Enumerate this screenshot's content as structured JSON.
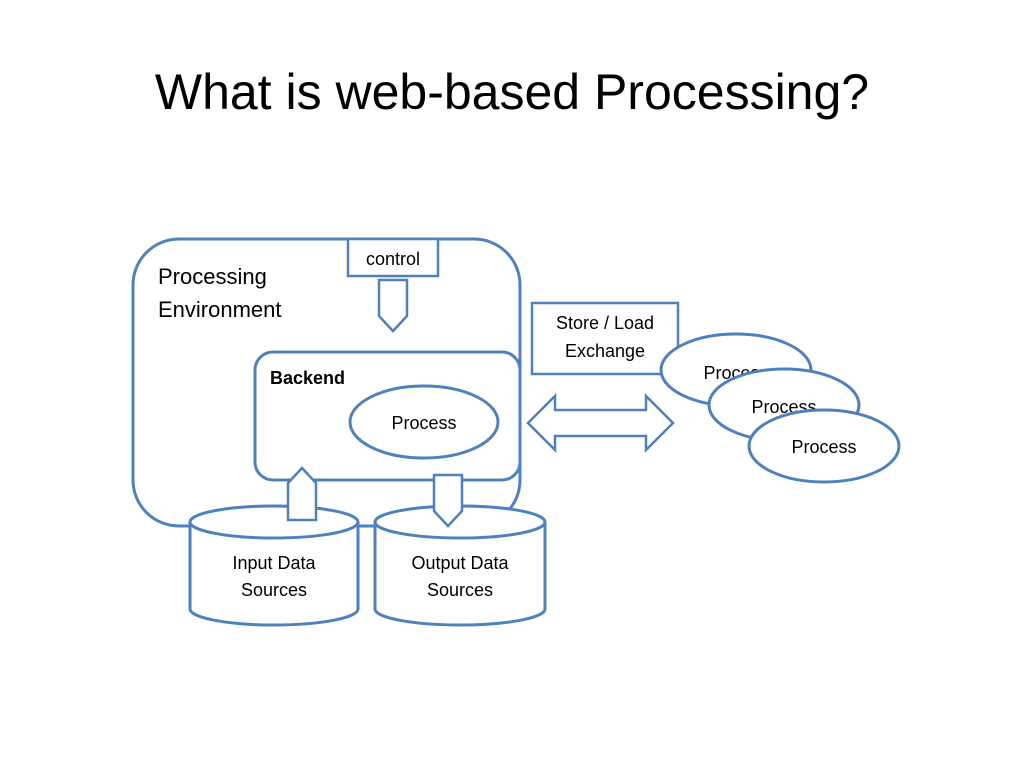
{
  "slide": {
    "title": "What is web-based Processing?"
  },
  "diagram": {
    "stroke_color": "#4f81bd",
    "fill_color": "#ffffff",
    "processing_environment": {
      "line1": "Processing",
      "line2": "Environment"
    },
    "control_label": "control",
    "backend_label": "Backend",
    "backend_process_label": "Process",
    "store_load": {
      "line1": "Store / Load",
      "line2": "Exchange"
    },
    "remote_processes": [
      {
        "label": "Process"
      },
      {
        "label": "Process"
      },
      {
        "label": "Process"
      }
    ],
    "input_sources": {
      "line1": "Input Data",
      "line2": "Sources"
    },
    "output_sources": {
      "line1": "Output Data",
      "line2": "Sources"
    }
  }
}
